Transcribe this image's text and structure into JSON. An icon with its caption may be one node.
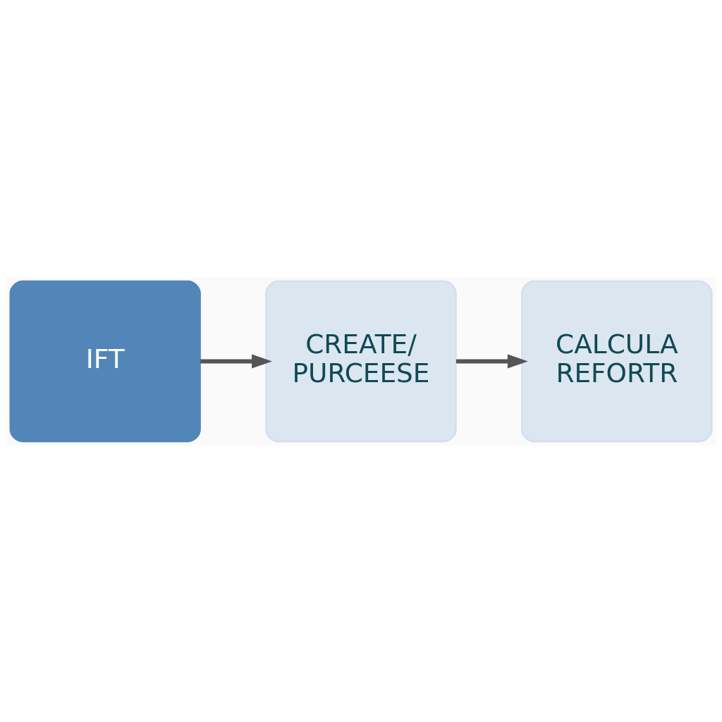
{
  "diagram": {
    "nodes": [
      {
        "text": [
          "IFT"
        ]
      },
      {
        "text": [
          "CREATE/ PURCEESE"
        ]
      },
      {
        "text": [
          "CALCULA REFORTR"
        ]
      }
    ],
    "edges": [
      {
        "from": 0,
        "to": 1,
        "arrow": "to"
      },
      {
        "from": 1,
        "to": 2,
        "arrow": "to"
      }
    ]
  }
}
